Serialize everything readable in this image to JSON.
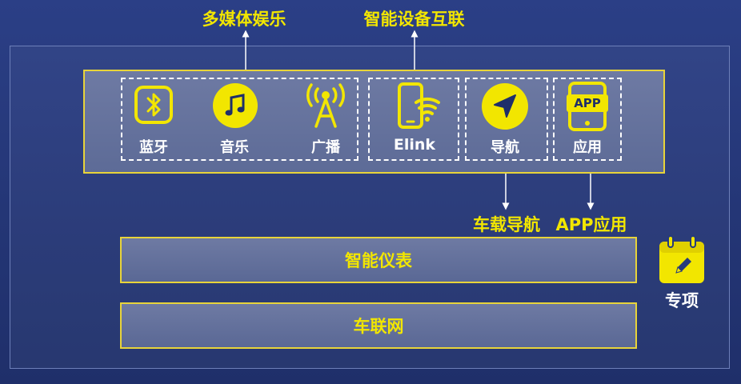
{
  "top_labels": {
    "multimedia": "多媒体娱乐",
    "interconnect": "智能设备互联"
  },
  "items": {
    "bluetooth": "蓝牙",
    "music": "音乐",
    "broadcast": "广播",
    "elink": "Elink",
    "navigation": "导航",
    "app": "应用",
    "app_icon_text": "APP"
  },
  "bottom_labels": {
    "car_navigation": "车载导航",
    "app_application": "APP应用"
  },
  "bars": {
    "smart_instrument": "智能仪表",
    "iov": "车联网"
  },
  "special": {
    "label": "专项"
  },
  "colors": {
    "accent_yellow": "#f2e600",
    "background": "#263a7c"
  }
}
